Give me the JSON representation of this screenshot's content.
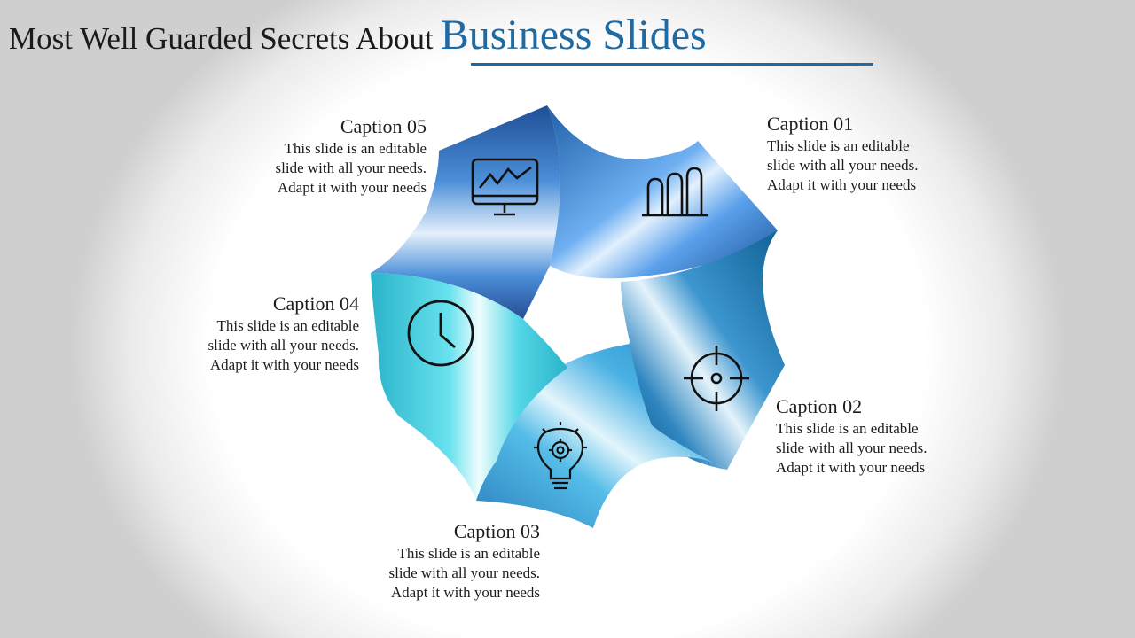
{
  "title": {
    "prefix": "Most Well Guarded Secrets About",
    "highlight": "Business Slides",
    "highlight_color": "#1f6aa3"
  },
  "captions": [
    {
      "heading": "Caption 01",
      "line1": "This slide is an editable",
      "line2": "slide with all your needs.",
      "line3": "Adapt it with your needs"
    },
    {
      "heading": "Caption 02",
      "line1": "This slide is an editable",
      "line2": "slide with all your needs.",
      "line3": "Adapt it with your needs"
    },
    {
      "heading": "Caption 03",
      "line1": "This slide is an editable",
      "line2": "slide with all your needs.",
      "line3": "Adapt it with your needs"
    },
    {
      "heading": "Caption 04",
      "line1": "This slide is an editable",
      "line2": "slide with all your needs.",
      "line3": "Adapt it with your needs"
    },
    {
      "heading": "Caption 05",
      "line1": "This slide is an editable",
      "line2": "slide with all your needs.",
      "line3": "Adapt it with your needs"
    }
  ],
  "segments": [
    {
      "icon": "bar-chart-icon",
      "colors": [
        "#1e5fa8",
        "#c9e2fb",
        "#5aa0ea",
        "#2a6bb8"
      ]
    },
    {
      "icon": "target-icon",
      "colors": [
        "#0d5f91",
        "#d6ecf8",
        "#3d96cf",
        "#0f5a86"
      ]
    },
    {
      "icon": "lightbulb-gear-icon",
      "colors": [
        "#2a7fbd",
        "#dbf1fb",
        "#55bde8",
        "#2a88c4"
      ]
    },
    {
      "icon": "clock-icon",
      "colors": [
        "#39c2d4",
        "#e6fbfd",
        "#53d7e6",
        "#2ab3c9"
      ]
    },
    {
      "icon": "monitor-chart-icon",
      "colors": [
        "#1f4f96",
        "#dbeafa",
        "#4b8ed8",
        "#274d93"
      ]
    }
  ]
}
